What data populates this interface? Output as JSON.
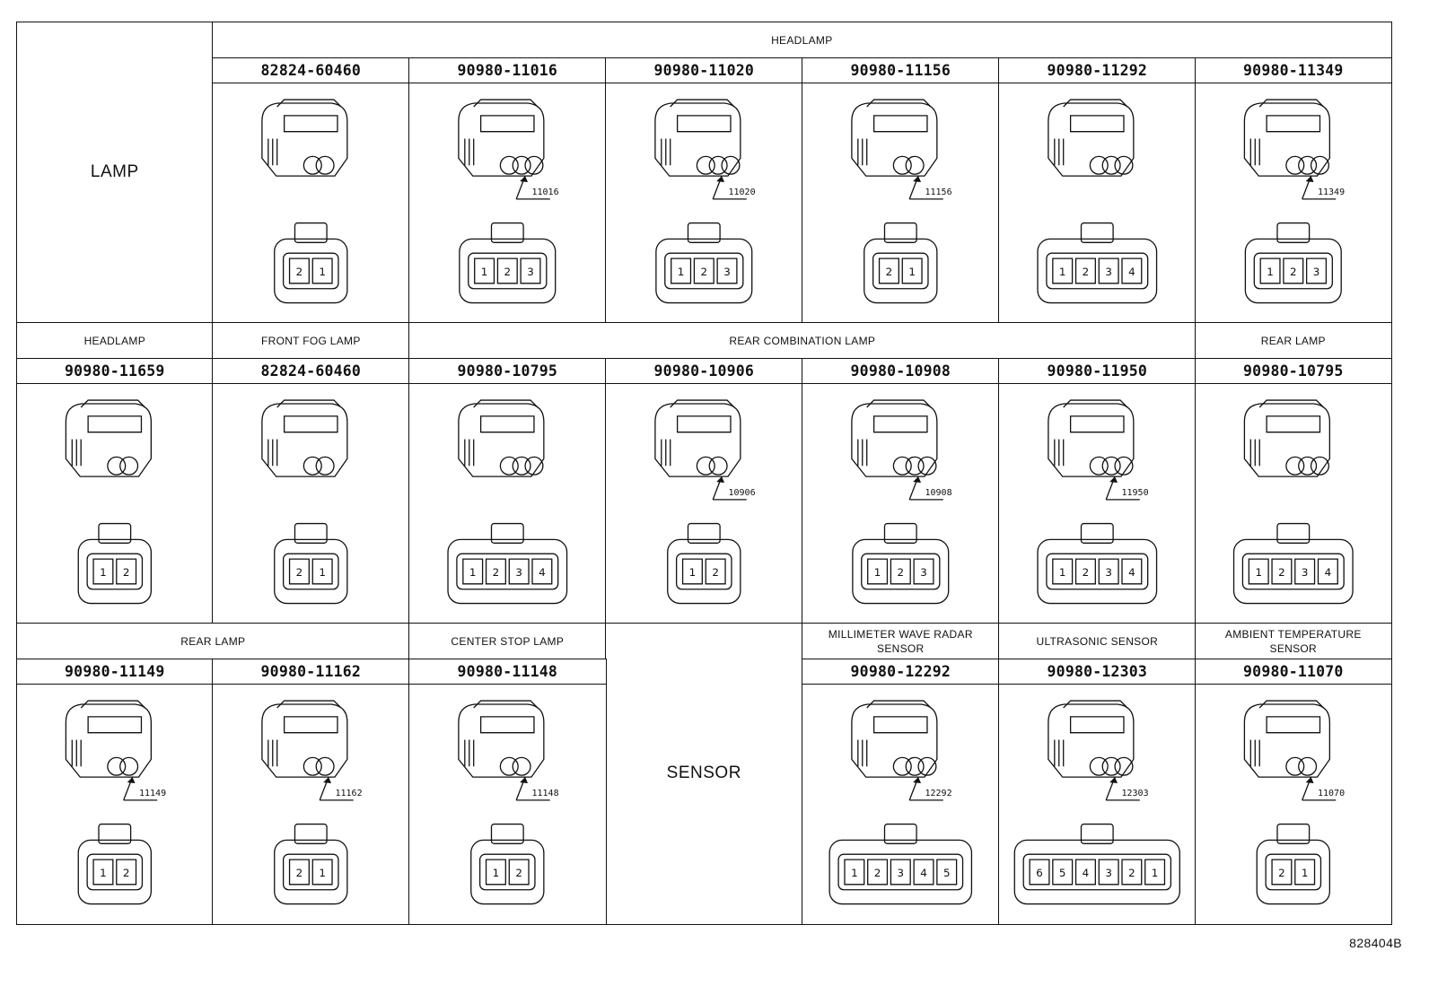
{
  "diagram_id": "828404B",
  "sections": {
    "lamp": "LAMP",
    "sensor": "SENSOR"
  },
  "row1": {
    "group": "HEADLAMP",
    "parts": [
      {
        "pn": "82824-60460",
        "ref": "",
        "pins": [
          "2",
          "1"
        ]
      },
      {
        "pn": "90980-11016",
        "ref": "11016",
        "pins": [
          "1",
          "2",
          "3"
        ]
      },
      {
        "pn": "90980-11020",
        "ref": "11020",
        "pins": [
          "1",
          "2",
          "3"
        ]
      },
      {
        "pn": "90980-11156",
        "ref": "11156",
        "pins": [
          "2",
          "1"
        ]
      },
      {
        "pn": "90980-11292",
        "ref": "",
        "pins": [
          "1",
          "2",
          "3",
          "4"
        ]
      },
      {
        "pn": "90980-11349",
        "ref": "11349",
        "pins": [
          "1",
          "2",
          "3"
        ]
      }
    ]
  },
  "row2": {
    "groups": [
      "HEADLAMP",
      "FRONT FOG LAMP",
      "REAR COMBINATION LAMP",
      "REAR LAMP"
    ],
    "parts": [
      {
        "pn": "90980-11659",
        "ref": "",
        "pins": [
          "1",
          "2"
        ]
      },
      {
        "pn": "82824-60460",
        "ref": "",
        "pins": [
          "2",
          "1"
        ]
      },
      {
        "pn": "90980-10795",
        "ref": "",
        "pins": [
          "1",
          "2",
          "3",
          "4"
        ]
      },
      {
        "pn": "90980-10906",
        "ref": "10906",
        "pins": [
          "1",
          "2"
        ]
      },
      {
        "pn": "90980-10908",
        "ref": "10908",
        "pins": [
          "1",
          "2",
          "3"
        ]
      },
      {
        "pn": "90980-11950",
        "ref": "11950",
        "pins": [
          "1",
          "2",
          "3",
          "4"
        ]
      },
      {
        "pn": "90980-10795",
        "ref": "",
        "pins": [
          "1",
          "2",
          "3",
          "4"
        ]
      }
    ]
  },
  "row3": {
    "groups": [
      "REAR LAMP",
      "CENTER STOP LAMP",
      "MILLIMETER WAVE RADAR SENSOR",
      "ULTRASONIC SENSOR",
      "AMBIENT TEMPERATURE SENSOR"
    ],
    "parts": [
      {
        "pn": "90980-11149",
        "ref": "11149",
        "pins": [
          "1",
          "2"
        ]
      },
      {
        "pn": "90980-11162",
        "ref": "11162",
        "pins": [
          "2",
          "1"
        ]
      },
      {
        "pn": "90980-11148",
        "ref": "11148",
        "pins": [
          "1",
          "2"
        ]
      },
      {
        "pn": "90980-12292",
        "ref": "12292",
        "pins": [
          "1",
          "2",
          "3",
          "4",
          "5"
        ]
      },
      {
        "pn": "90980-12303",
        "ref": "12303",
        "pins": [
          "6",
          "5",
          "4",
          "3",
          "2",
          "1"
        ]
      },
      {
        "pn": "90980-11070",
        "ref": "11070",
        "pins": [
          "2",
          "1"
        ]
      }
    ]
  }
}
